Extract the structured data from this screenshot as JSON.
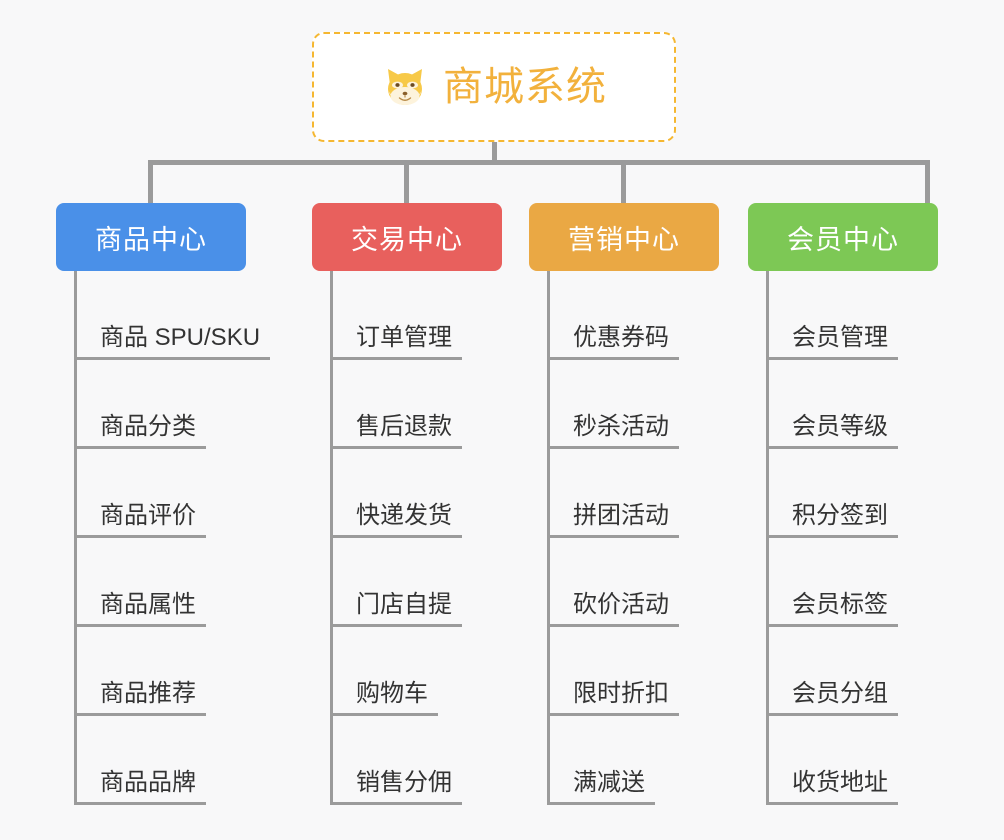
{
  "page": {
    "background": "#f8f8f9",
    "line_color": "#9b9b9b"
  },
  "root": {
    "title": "商城系统",
    "icon": "shiba-dog-emoji",
    "border_color": "#f5b731",
    "text_color": "#f2b13c"
  },
  "columns": [
    {
      "id": "product-center",
      "label": "商品中心",
      "color": "#4a90e8",
      "items": [
        "商品 SPU/SKU",
        "商品分类",
        "商品评价",
        "商品属性",
        "商品推荐",
        "商品品牌"
      ]
    },
    {
      "id": "trade-center",
      "label": "交易中心",
      "color": "#e8605d",
      "items": [
        "订单管理",
        "售后退款",
        "快递发货",
        "门店自提",
        "购物车",
        "销售分佣"
      ]
    },
    {
      "id": "marketing-center",
      "label": "营销中心",
      "color": "#eaa844",
      "items": [
        "优惠券码",
        "秒杀活动",
        "拼团活动",
        "砍价活动",
        "限时折扣",
        "满减送"
      ]
    },
    {
      "id": "member-center",
      "label": "会员中心",
      "color": "#7dc855",
      "items": [
        "会员管理",
        "会员等级",
        "积分签到",
        "会员标签",
        "会员分组",
        "收货地址"
      ]
    }
  ]
}
